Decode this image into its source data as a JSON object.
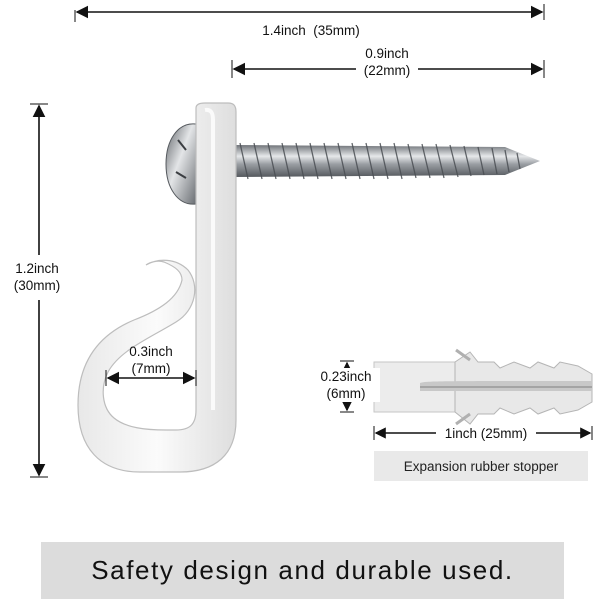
{
  "dimensions": {
    "overall_width": {
      "inch": "1.4inch",
      "mm": "(35mm)"
    },
    "screw_length": {
      "inch": "0.9inch",
      "mm": "(22mm)"
    },
    "height": {
      "inch": "1.2inch",
      "mm": "(30mm)"
    },
    "hook_opening": {
      "inch": "0.3inch",
      "mm": "(7mm)"
    },
    "stopper_diameter": {
      "inch": "0.23inch",
      "mm": "(6mm)"
    },
    "stopper_length": {
      "text": "1inch (25mm)"
    }
  },
  "stopper_caption": "Expansion rubber stopper",
  "footer_text": "Safety design and durable used.",
  "colors": {
    "hook": "#f4f4f4",
    "hook_outline": "#bdbdbd",
    "screw": "#a9adb2",
    "caption_bg": "#e9e9e9",
    "footer_bg": "#dcdcdc"
  }
}
